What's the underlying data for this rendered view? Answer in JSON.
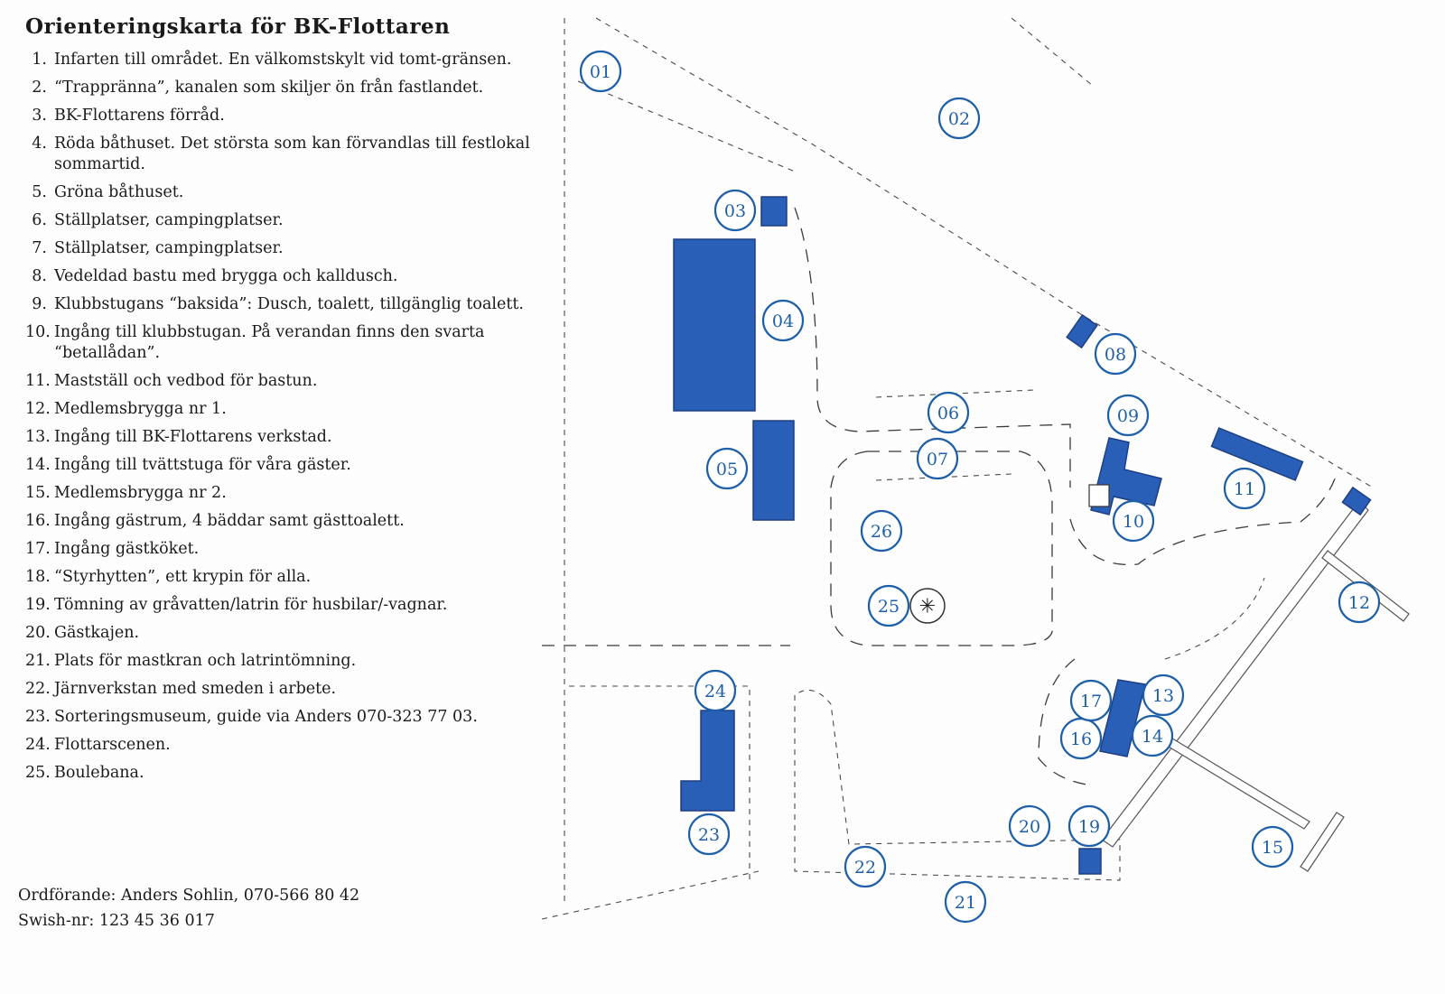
{
  "title": "Orienteringskarta för BK-Flottaren",
  "legend": [
    {
      "num": "1",
      "text": "Infarten till området. En välkomstskylt vid tomt-gränsen."
    },
    {
      "num": "2",
      "text": "“Trappränna”, kanalen som skiljer ön från fastlandet."
    },
    {
      "num": "3",
      "text": "BK-Flottarens förråd."
    },
    {
      "num": "4",
      "text": "Röda båthuset. Det största som kan förvandlas till festlokal sommartid."
    },
    {
      "num": "5",
      "text": "Gröna båthuset."
    },
    {
      "num": "6",
      "text": "Ställplatser, campingplatser."
    },
    {
      "num": "7",
      "text": "Ställplatser, campingplatser."
    },
    {
      "num": "8",
      "text": "Vedeldad bastu med brygga och kalldusch."
    },
    {
      "num": "9",
      "text": "Klubbstugans “baksida”: Dusch, toalett, tillgänglig toalett."
    },
    {
      "num": "10",
      "text": "Ingång till klubbstugan. På verandan finns den svarta “betallådan”."
    },
    {
      "num": "11",
      "text": "Mastställ och vedbod för bastun."
    },
    {
      "num": "12",
      "text": "Medlemsbrygga nr 1."
    },
    {
      "num": "13",
      "text": "Ingång till BK-Flottarens verkstad."
    },
    {
      "num": "14",
      "text": "Ingång till tvättstuga för våra gäster."
    },
    {
      "num": "15",
      "text": "Medlemsbrygga nr 2."
    },
    {
      "num": "16",
      "text": "Ingång gästrum, 4 bäddar samt gästtoalett."
    },
    {
      "num": "17",
      "text": "Ingång gästköket."
    },
    {
      "num": "18",
      "text": "“Styrhytten”, ett krypin för alla."
    },
    {
      "num": "19",
      "text": "Tömning av gråvatten/latrin för husbilar/-vagnar."
    },
    {
      "num": "20",
      "text": "Gästkajen."
    },
    {
      "num": "21",
      "text": "Plats för mastkran och latrintömning."
    },
    {
      "num": "22",
      "text": "Järnverkstan med smeden i arbete."
    },
    {
      "num": "23",
      "text": "Sorteringsmuseum, guide via Anders 070-323 77 03."
    },
    {
      "num": "24",
      "text": "Flottarscenen."
    },
    {
      "num": "25",
      "text": "Boulebana."
    }
  ],
  "contact": {
    "chair": "Ordförande: Anders Sohlin, 070-566 80 42",
    "swish": "Swish-nr: 123 45 36 017"
  },
  "markers": [
    "01",
    "02",
    "03",
    "04",
    "05",
    "06",
    "07",
    "08",
    "09",
    "10",
    "11",
    "12",
    "13",
    "14",
    "15",
    "16",
    "17",
    "19",
    "20",
    "21",
    "22",
    "23",
    "24",
    "25",
    "26"
  ],
  "colors": {
    "building": "#2a5fb8",
    "marker": "#1d5fa8"
  }
}
